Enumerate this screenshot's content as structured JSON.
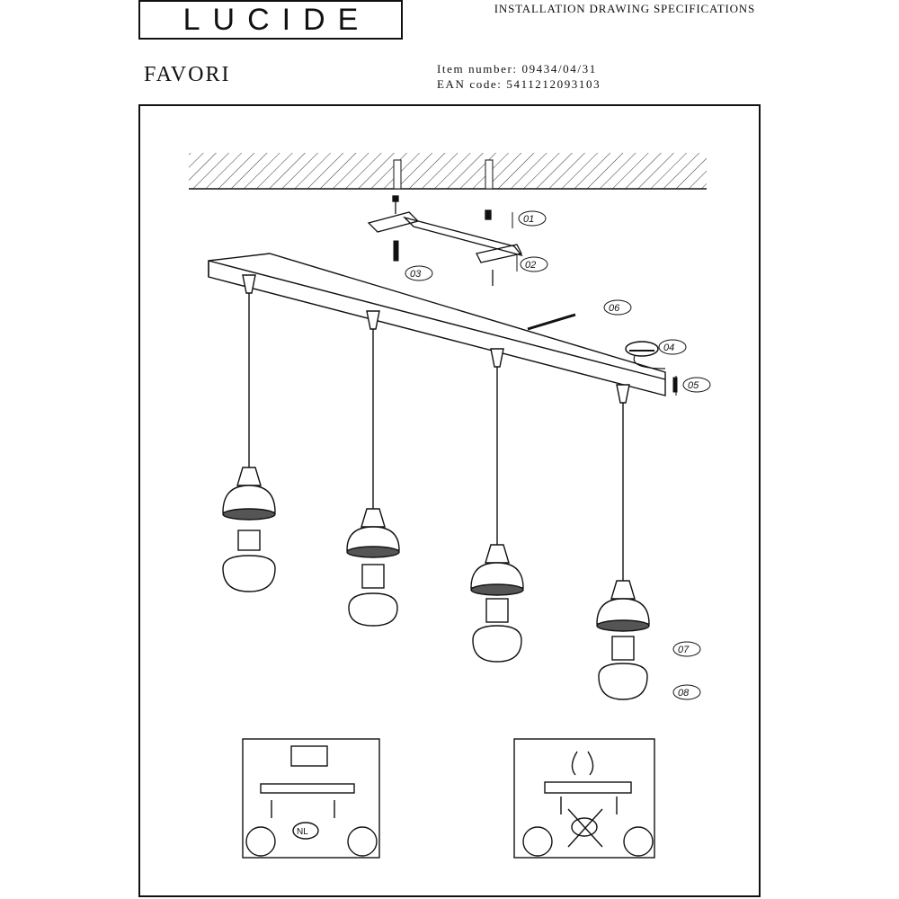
{
  "brand": {
    "logo_text": "LUCIDE"
  },
  "header": {
    "title": "INSTALLATION DRAWING SPECIFICATIONS"
  },
  "product": {
    "name": "FAVORI",
    "item_number_label": "Item number:",
    "item_number": "09434/04/31",
    "ean_label": "EAN code:",
    "ean": "5411212093103"
  },
  "steps": [
    "01",
    "02",
    "03",
    "04",
    "05",
    "06",
    "07",
    "08"
  ],
  "detail_badge": "NL"
}
